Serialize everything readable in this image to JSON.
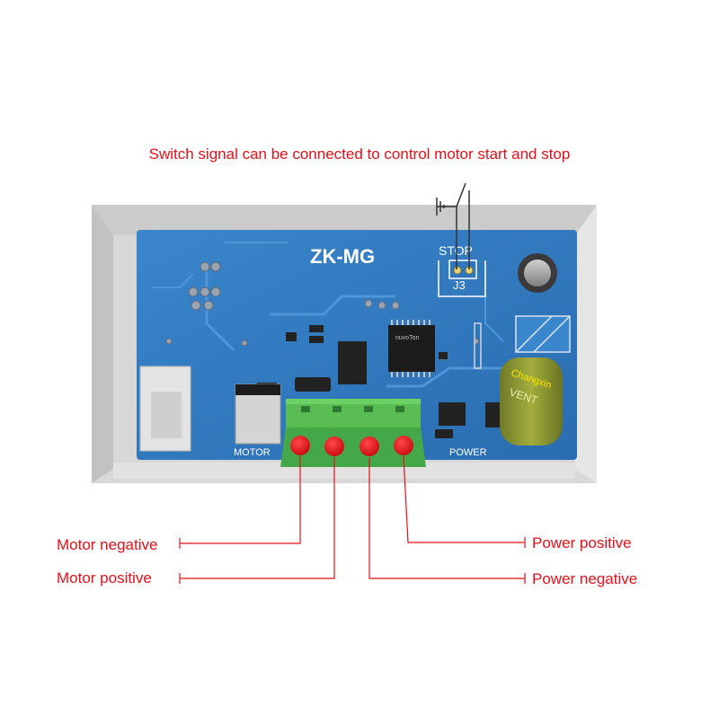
{
  "caption": "Switch signal can be connected to control motor start and stop",
  "board": {
    "model": "ZK-MG",
    "stop_label": "STOP",
    "jumper_label": "J3",
    "motor_label": "MOTOR",
    "power_label": "POWER",
    "capacitor_brand": "Changxin",
    "capacitor_text": "VENT",
    "chip_text": "nuvoTon"
  },
  "terminals": {
    "motor_negative": "Motor negative",
    "motor_positive": "Motor positive",
    "power_positive": "Power positive",
    "power_negative": "Power negative"
  },
  "colors": {
    "annotation": "#e5101b",
    "pcb": "#2f75bd",
    "terminal_block": "#49b14d",
    "housing": "#dcdcdc"
  }
}
